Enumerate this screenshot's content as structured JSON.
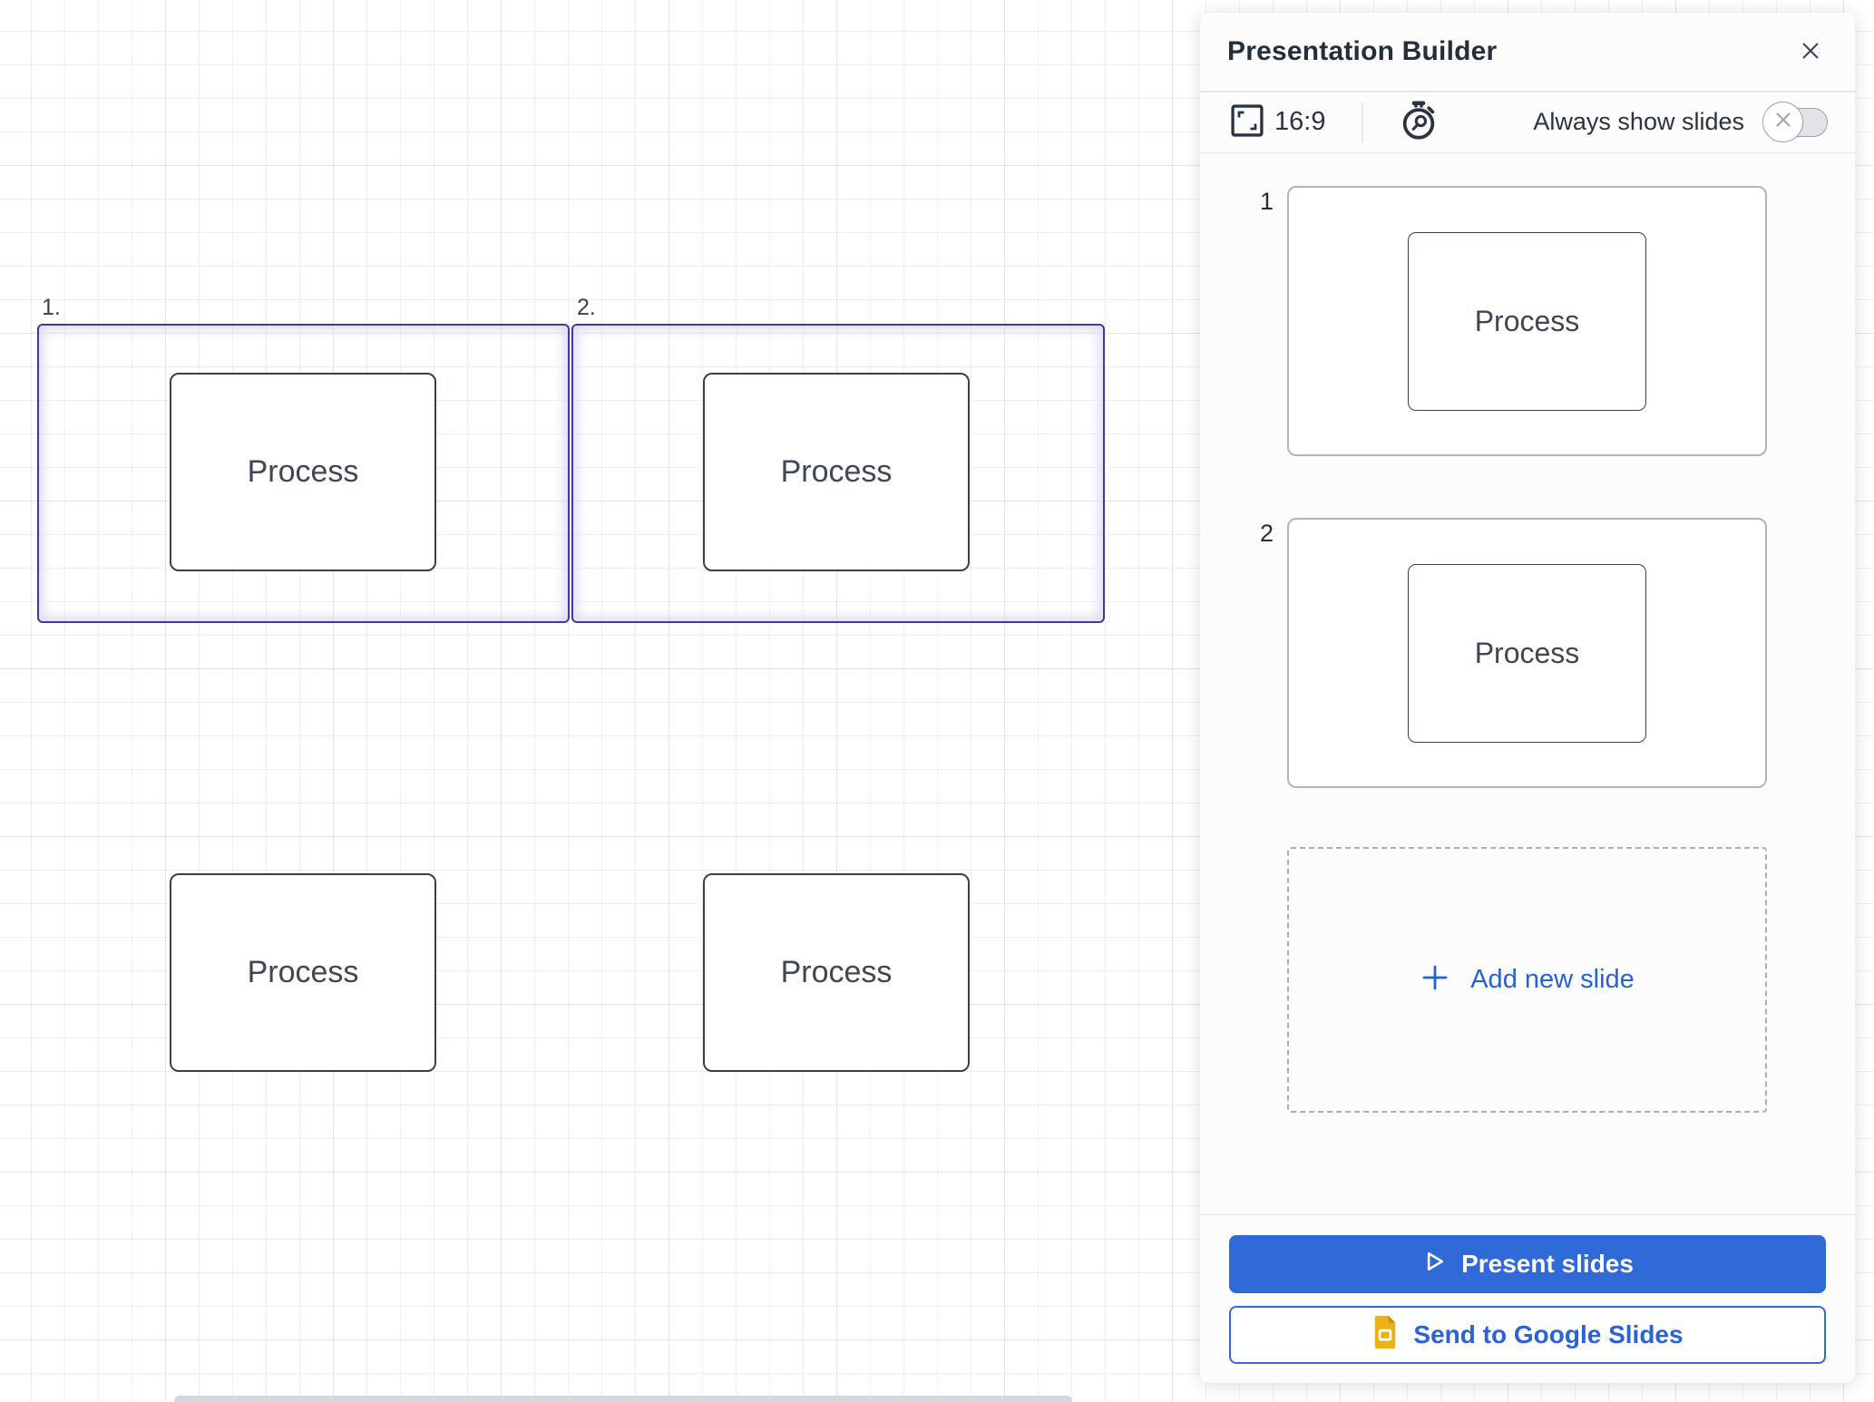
{
  "canvas": {
    "frames": [
      {
        "label": "1.",
        "shape_label": "Process"
      },
      {
        "label": "2.",
        "shape_label": "Process"
      }
    ],
    "loose_shapes": [
      {
        "label": "Process"
      },
      {
        "label": "Process"
      }
    ]
  },
  "panel": {
    "title": "Presentation Builder",
    "toolbar": {
      "aspect_ratio": "16:9",
      "always_show_label": "Always show slides",
      "toggle_state": "off"
    },
    "slides": [
      {
        "number": "1",
        "shape_label": "Process"
      },
      {
        "number": "2",
        "shape_label": "Process"
      }
    ],
    "add_slide_label": "Add new slide",
    "present_button": "Present slides",
    "google_button": "Send to Google Slides"
  },
  "colors": {
    "accent_blue": "#3069d8",
    "add_slide_blue": "#2563d4",
    "frame_border": "#3e3a9c",
    "slides_icon_gold": "#e9b315"
  }
}
